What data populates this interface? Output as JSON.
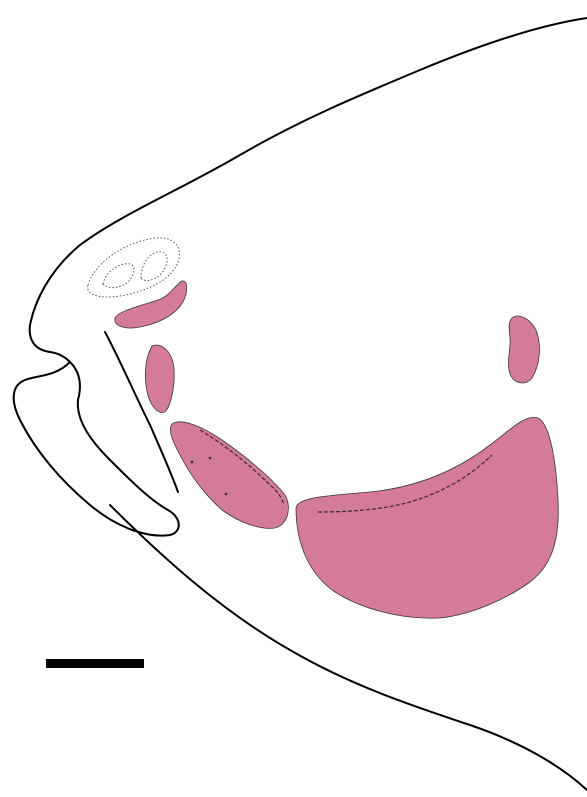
{
  "figure": {
    "colors": {
      "background": "#ffffff",
      "outline": "#000000",
      "bone_fill": "#d47a9a",
      "dotted_outline": "#555555"
    },
    "elements": {
      "head_outline": "head-outline",
      "lower_jaw": "lower-jaw-outline",
      "upper_jaw_ridge": "upper-jaw-ridge-line",
      "nasal_region": "nasal-capsule-dotted",
      "pink_bones": [
        "bone-upper-front",
        "bone-mid-left",
        "bone-lower-left",
        "bone-lower-large",
        "bone-right-small"
      ],
      "scale_bar": "scale-bar"
    }
  }
}
